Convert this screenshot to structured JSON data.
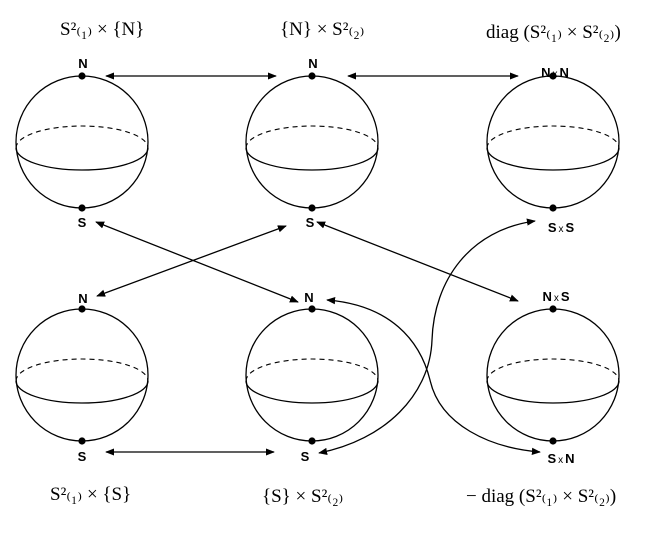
{
  "labels": {
    "s1_x_n": "S²₍₁₎ × {N}",
    "n_x_s2": "{N} × S²₍₂₎",
    "diag": "diag (S²₍₁₎ × S²₍₂₎)",
    "s1_x_s": "S²₍₁₎ × {S}",
    "s_x_s2": "{S} × S²₍₂₎",
    "antidiag": "− diag (S²₍₁₎ × S²₍₂₎)"
  },
  "poles": {
    "n": "N",
    "s": "S",
    "times": "x"
  }
}
